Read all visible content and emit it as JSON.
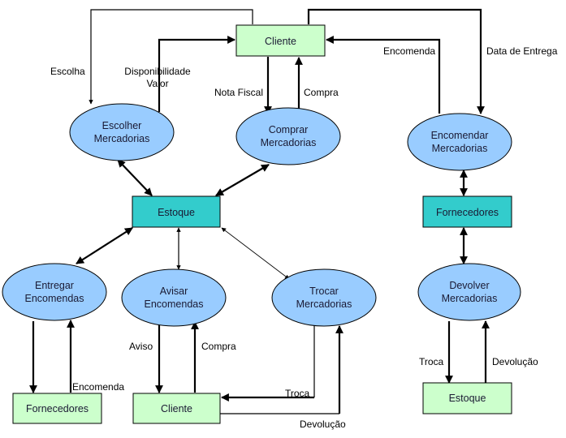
{
  "diagram": {
    "title": "",
    "nodes": {
      "cliente_top": {
        "label": "Cliente",
        "type": "external-entity",
        "color": "#ccffcc"
      },
      "escolher": {
        "label_line1": "Escolher",
        "label_line2": "Mercadorias",
        "type": "process",
        "color": "#99ccff"
      },
      "comprar": {
        "label_line1": "Comprar",
        "label_line2": "Mercadorias",
        "type": "process",
        "color": "#99ccff"
      },
      "encomendar": {
        "label_line1": "Encomendar",
        "label_line2": "Mercadorias",
        "type": "process",
        "color": "#99ccff"
      },
      "estoque_center": {
        "label": "Estoque",
        "type": "data-store",
        "color": "#33cccc"
      },
      "fornecedores_right": {
        "label": "Fornecedores",
        "type": "data-store",
        "color": "#33cccc"
      },
      "entregar": {
        "label_line1": "Entregar",
        "label_line2": "Encomendas",
        "type": "process",
        "color": "#99ccff"
      },
      "avisar": {
        "label_line1": "Avisar",
        "label_line2": "Encomendas",
        "type": "process",
        "color": "#99ccff"
      },
      "trocar": {
        "label_line1": "Trocar",
        "label_line2": "Mercadorias",
        "type": "process",
        "color": "#99ccff"
      },
      "devolver": {
        "label_line1": "Devolver",
        "label_line2": "Mercadorias",
        "type": "process",
        "color": "#99ccff"
      },
      "fornecedores_bottom": {
        "label": "Fornecedores",
        "type": "external-entity",
        "color": "#ccffcc"
      },
      "cliente_bottom": {
        "label": "Cliente",
        "type": "external-entity",
        "color": "#ccffcc"
      },
      "estoque_bottom": {
        "label": "Estoque",
        "type": "external-entity",
        "color": "#ccffcc"
      }
    },
    "flows": {
      "escolha": "Escolha",
      "disponibilidade_line1": "Disponibilidade",
      "disponibilidade_line2": "Valor",
      "nota_fiscal": "Nota Fiscal",
      "compra_top": "Compra",
      "encomenda_top": "Encomenda",
      "data_entrega": "Data de Entrega",
      "encomenda_bottom": "Encomenda",
      "aviso": "Aviso",
      "compra_bottom": "Compra",
      "troca_left": "Troca",
      "devolucao_left": "Devolução",
      "troca_right": "Troca",
      "devolucao_right": "Devolução"
    }
  }
}
